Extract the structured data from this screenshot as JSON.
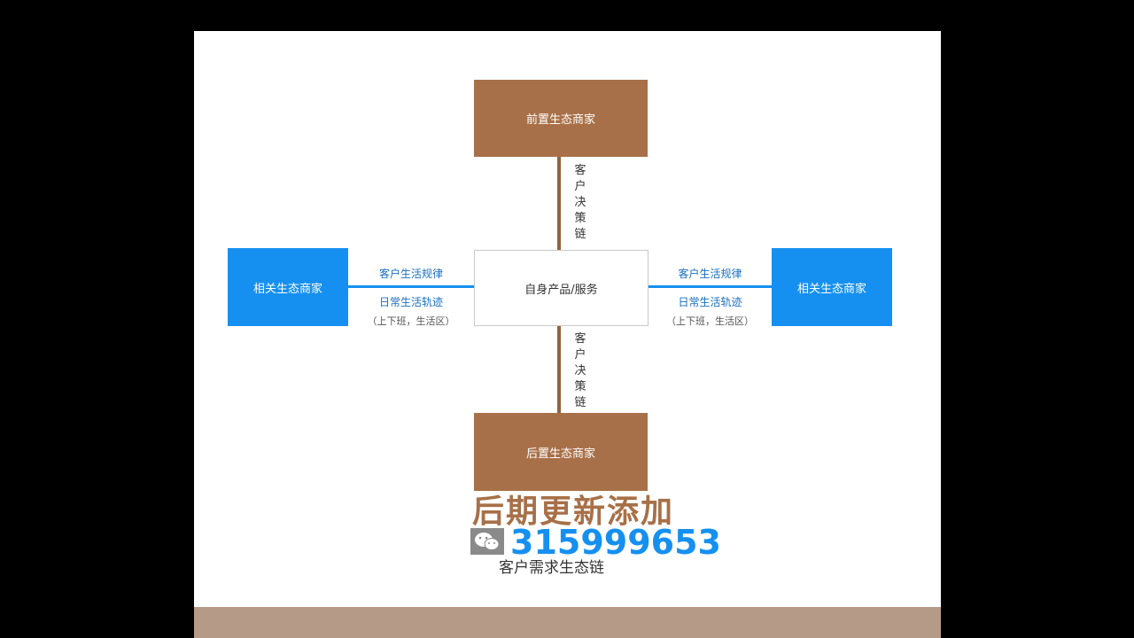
{
  "diagram": {
    "top_node": "前置生态商家",
    "bottom_node": "后置生态商家",
    "left_node": "相关生态商家",
    "right_node": "相关生态商家",
    "center_node": "自身产品/服务",
    "vertical_edge_label": [
      "客",
      "户",
      "决",
      "策",
      "链"
    ],
    "horizontal_edge_label_top": "客户生活规律",
    "horizontal_edge_label_middle": "日常生活轨迹",
    "horizontal_edge_label_bottom": "（上下班，生活区）"
  },
  "watermark": {
    "title": "后期更新添加",
    "number": "315999653",
    "caption": "客户需求生态链",
    "icon": "wechat-icon"
  },
  "colors": {
    "brown": "#a87048",
    "blue": "#1590f0",
    "background": "#000000",
    "slide": "#ffffff"
  }
}
